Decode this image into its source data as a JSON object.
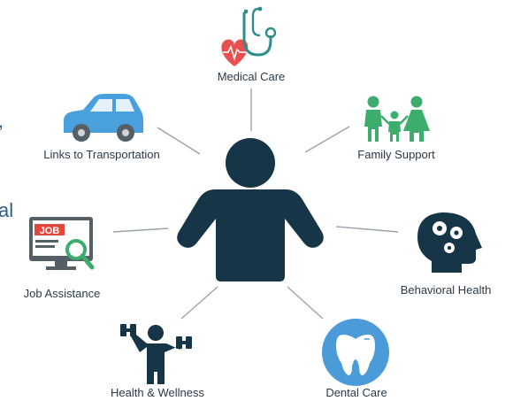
{
  "labels": {
    "medical": "Medical Care",
    "family": "Family Support",
    "behavioral": "Behavioral Health",
    "dental": "Dental Care",
    "health": "Health & Wellness",
    "job": "Job Assistance",
    "transport": "Links to Transportation"
  },
  "job_sign": "JOB",
  "side_fragments": {
    "comma": ",",
    "al": "al"
  },
  "colors": {
    "person": "#163547",
    "spoke": "#9aa3aa",
    "heart": "#e8504f",
    "stethoscope": "#2d8d8a",
    "car": "#4aa0dc",
    "family": "#3cad6c",
    "tooth_bg": "#4a9bd8",
    "job_red": "#e2473b",
    "magnifier": "#3cad6c"
  }
}
